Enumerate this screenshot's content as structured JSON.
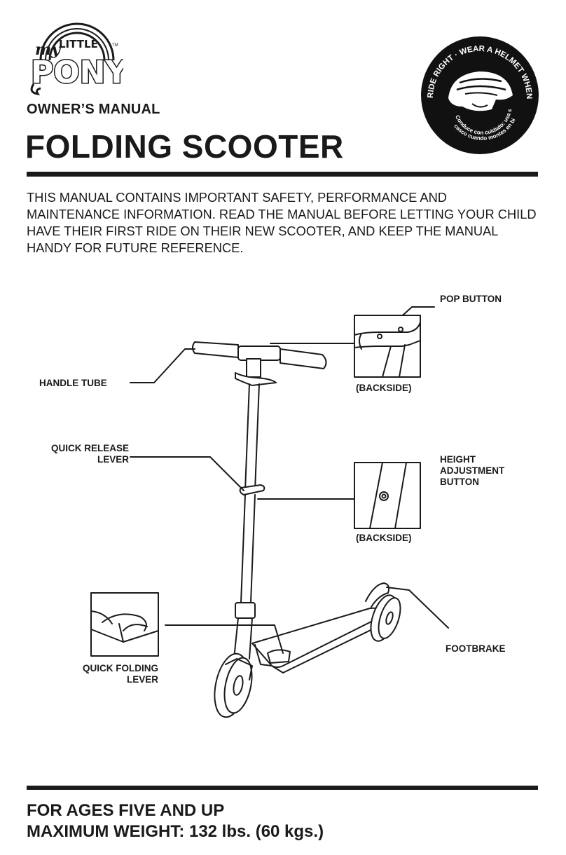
{
  "brand": {
    "logo_my": "my",
    "logo_little": "LITTLE",
    "logo_pony": "PONY",
    "trademark": "TM"
  },
  "header": {
    "subtitle": "OWNER’S MANUAL",
    "title": "FOLDING SCOOTER"
  },
  "helmet_badge": {
    "ring_text": "RIDE RIGHT · WEAR A HELMET WHEN YOU RIDE.",
    "spanish_line1": "Conduce con cuidado: usa siempre",
    "spanish_line2": "casco cuando montes en bicicleta"
  },
  "intro": "THIS MANUAL CONTAINS IMPORTANT SAFETY, PERFORMANCE AND MAINTENANCE INFORMATION. READ THE MANUAL BEFORE LETTING YOUR CHILD HAVE THEIR FIRST RIDE ON THEIR NEW SCOOTER, AND KEEP THE MANUAL HANDY FOR FUTURE REFERENCE.",
  "callouts": {
    "pop_button": "POP BUTTON",
    "handle_tube": "HANDLE TUBE",
    "backside_1": "(BACKSIDE)",
    "quick_release_1": "QUICK RELEASE",
    "quick_release_2": "LEVER",
    "height_adj_1": "HEIGHT",
    "height_adj_2": "ADJUSTMENT",
    "height_adj_3": "BUTTON",
    "backside_2": "(BACKSIDE)",
    "footbrake": "FOOTBRAKE",
    "quick_folding_1": "QUICK FOLDING",
    "quick_folding_2": "LEVER"
  },
  "footer": {
    "ages": "FOR AGES FIVE AND UP",
    "weight": "MAXIMUM WEIGHT: 132 lbs. (60 kgs.)"
  }
}
